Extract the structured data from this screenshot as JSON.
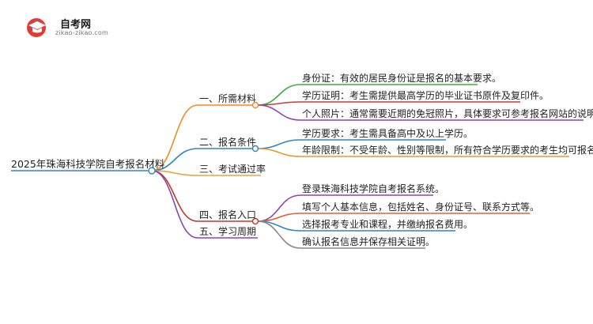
{
  "header": {
    "logo_name": "自考网",
    "logo_url": "zikao-zikao.com"
  },
  "mindmap": {
    "root": "2025年珠海科技学院自考报名材料",
    "branches": [
      {
        "label": "一、所需材料",
        "color": "#f08a24",
        "children": [
          "身份证：有效的居民身份证是报名的基本要求。",
          "学历证明：考生需提供最高学历的毕业证书原件及复印件。",
          "个人照片：通常需要近期的免冠照片，具体要求可参考报名网站的说明。"
        ]
      },
      {
        "label": "二、报名条件",
        "color": "#2e86c1",
        "children": [
          "学历要求：考生需具备高中及以上学历。",
          "年龄限制：不受年龄、性别等限制，所有符合学历要求的考生均可报名。"
        ]
      },
      {
        "label": "三、考试通过率",
        "color": "#e8a33c",
        "children": []
      },
      {
        "label": "四、报名入口",
        "color": "#c0392b",
        "children": [
          "登录珠海科技学院自考报名系统。",
          "填写个人基本信息，包括姓名、身份证号、联系方式等。",
          "选择报考专业和课程，并缴纳报名费用。",
          "确认报名信息并保存相关证明。"
        ]
      },
      {
        "label": "五、学习周期",
        "color": "#8e44ad",
        "children": []
      }
    ],
    "leaf_colors": {
      "身份证：有效的居民身份证是报名的基本要求。": "#3cae3c",
      "学历证明：考生需提供最高学历的毕业证书原件及复印件。": "#c83b3b",
      "个人照片：通常需要近期的免冠照片，具体要求可参考报名网站的说明。": "#8e44ad",
      "学历要求：考生需具备高中及以上学历。": "#2e86c1",
      "年龄限制：不受年龄、性别等限制，所有符合学历要求的考生均可报名。": "#e89a2c",
      "登录珠海科技学院自考报名系统。": "#8e44ad",
      "填写个人基本信息，包括姓名、身份证号、联系方式等。": "#e0622a",
      "选择报考专业和课程，并缴纳报名费用。": "#2e86c1",
      "确认报名信息并保存相关证明。": "#888888"
    },
    "root_color": "#2e86c1"
  }
}
